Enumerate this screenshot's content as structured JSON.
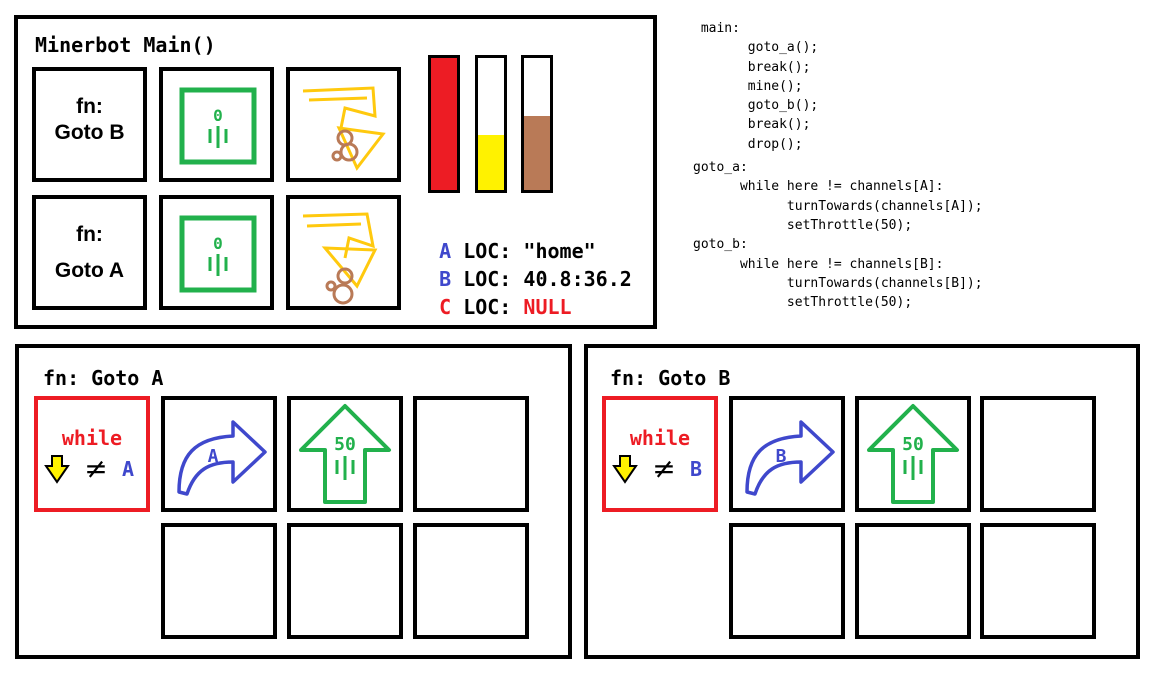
{
  "main_panel": {
    "title": "Minerbot Main()",
    "slots": [
      {
        "fn_prefix": "fn:",
        "fn_name": "Goto B"
      },
      {
        "throttle_value": "0"
      },
      {
        "action": "mine-icon"
      },
      {
        "fn_prefix": "fn:",
        "fn_name": "Goto A"
      },
      {
        "throttle_value": "0"
      },
      {
        "action": "mine-icon"
      }
    ],
    "bars": [
      {
        "color": "#ed1c24",
        "fill": 1.0
      },
      {
        "color": "#fff200",
        "fill": 0.42
      },
      {
        "color": "#b97a57",
        "fill": 0.56
      }
    ],
    "channels": [
      {
        "letter": "A",
        "label": "LOC:",
        "value": "\"home\"",
        "letter_color": "#3f48cc",
        "value_color": "#000000"
      },
      {
        "letter": "B",
        "label": "LOC:",
        "value": "40.8:36.2",
        "letter_color": "#3f48cc",
        "value_color": "#000000"
      },
      {
        "letter": "C",
        "label": "LOC:",
        "value": "NULL",
        "letter_color": "#ed1c24",
        "value_color": "#ed1c24"
      }
    ]
  },
  "code": {
    "lines": [
      " main:",
      "       goto_a();",
      "       break();",
      "       mine();",
      "       goto_b();",
      "       break();",
      "       drop();",
      "goto_a:",
      "      while here != channels[A]:",
      "            turnTowards(channels[A]);",
      "            setThrottle(50);",
      "goto_b:",
      "      while here != channels[B]:",
      "            turnTowards(channels[B]);",
      "            setThrottle(50);"
    ]
  },
  "fn_panels": [
    {
      "title": "fn: Goto A",
      "while_label": "while",
      "target": "A",
      "turn_target": "A",
      "throttle_value": "50"
    },
    {
      "title": "fn: Goto B",
      "while_label": "while",
      "target": "B",
      "turn_target": "B",
      "throttle_value": "50"
    }
  ],
  "colors": {
    "green": "#22b14c",
    "red": "#ed1c24",
    "blue": "#3f48cc",
    "yellow": "#ffc90e",
    "brown": "#b97a57"
  }
}
